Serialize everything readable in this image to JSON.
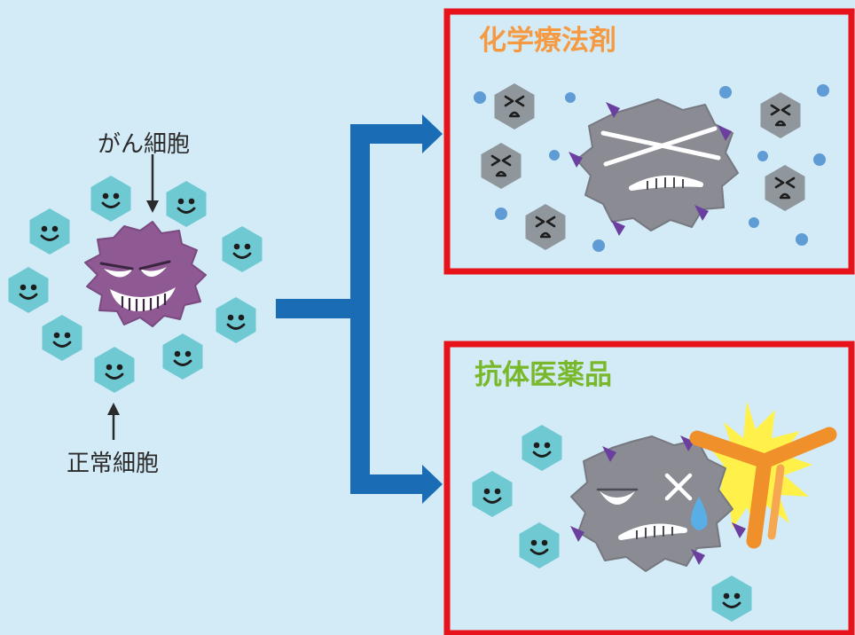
{
  "labels": {
    "cancer_cell": "がん細胞",
    "normal_cell": "正常細胞"
  },
  "panels": {
    "chemo": {
      "title": "化学療法剤",
      "title_color": "#f59a42"
    },
    "antibody": {
      "title": "抗体医薬品",
      "title_color": "#78b82a"
    }
  },
  "colors": {
    "background": "#d3ebf6",
    "frame": "#e8121b",
    "arrow": "#1a6cb5",
    "normal_cell": "#6ec9d3",
    "damaged_normal_cell": "#8f979c",
    "cancer_cell": "#8f5a94",
    "weakened_cancer_cell": "#8a8b93",
    "drug_particle": "#5f9bd5",
    "antibody": "#f0902a",
    "impact_flash": "#fff14a",
    "notch": "#6b3fa0",
    "tear": "#5aaee6"
  },
  "icons": [
    "happy-cell-icon",
    "sad-cell-icon",
    "evil-cell-icon",
    "antibody-icon",
    "flash-icon",
    "tear-icon",
    "drug-particle-icon",
    "arrow-icon"
  ]
}
